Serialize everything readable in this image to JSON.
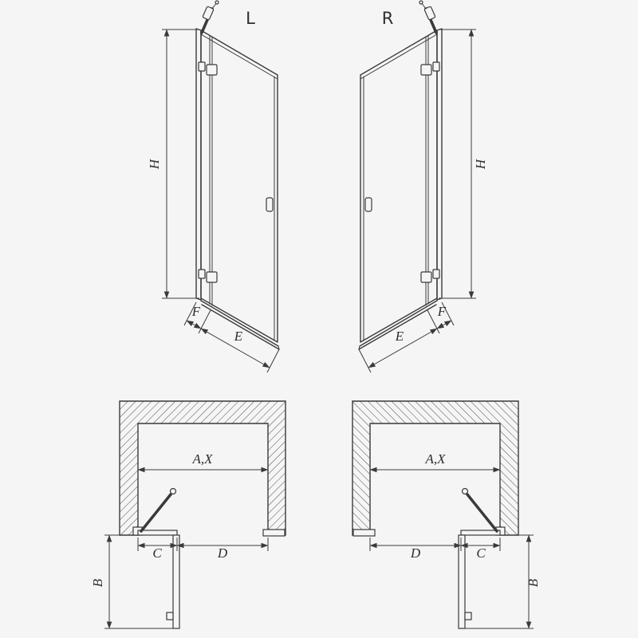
{
  "colors": {
    "line": "#3a3a3a",
    "background": "#f5f5f5"
  },
  "elevation_left": {
    "variant": "L",
    "height": "H",
    "fixed": "F",
    "entry": "E"
  },
  "elevation_right": {
    "variant": "R",
    "height": "H",
    "fixed": "F",
    "entry": "E"
  },
  "plan_left": {
    "opening": "A,X",
    "fixed": "C",
    "entry": "D",
    "depth": "B"
  },
  "plan_right": {
    "opening": "A,X",
    "fixed": "C",
    "entry": "D",
    "depth": "B"
  }
}
